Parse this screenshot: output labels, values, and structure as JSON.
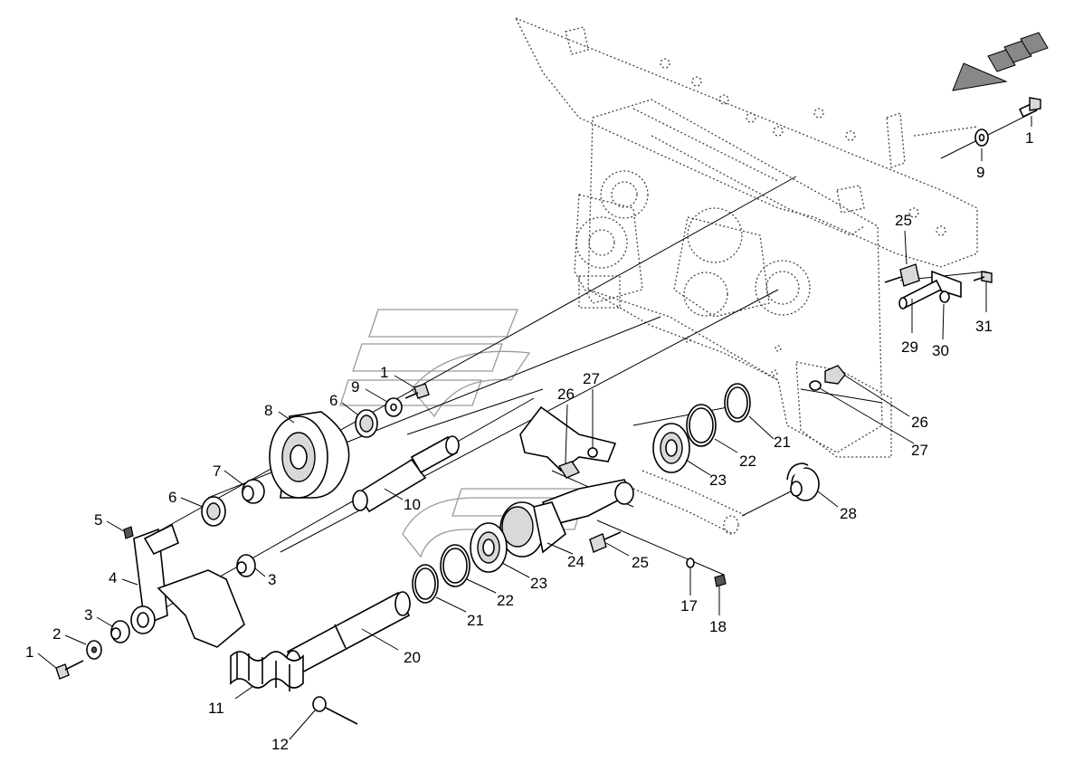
{
  "diagram": {
    "callouts": [
      {
        "id": "c1a",
        "label": "1"
      },
      {
        "id": "c9a",
        "label": "9"
      },
      {
        "id": "c25a",
        "label": "25"
      },
      {
        "id": "c31",
        "label": "31"
      },
      {
        "id": "c29",
        "label": "29"
      },
      {
        "id": "c30",
        "label": "30"
      },
      {
        "id": "c26a",
        "label": "26"
      },
      {
        "id": "c27a",
        "label": "27"
      },
      {
        "id": "c28",
        "label": "28"
      },
      {
        "id": "c1b",
        "label": "1"
      },
      {
        "id": "c9b",
        "label": "9"
      },
      {
        "id": "c6a",
        "label": "6"
      },
      {
        "id": "c8",
        "label": "8"
      },
      {
        "id": "c7",
        "label": "7"
      },
      {
        "id": "c6b",
        "label": "6"
      },
      {
        "id": "c10",
        "label": "10"
      },
      {
        "id": "c5",
        "label": "5"
      },
      {
        "id": "c4",
        "label": "4"
      },
      {
        "id": "c3a",
        "label": "3"
      },
      {
        "id": "c3b",
        "label": "3"
      },
      {
        "id": "c2",
        "label": "2"
      },
      {
        "id": "c1c",
        "label": "1"
      },
      {
        "id": "c11",
        "label": "11"
      },
      {
        "id": "c12",
        "label": "12"
      },
      {
        "id": "c20",
        "label": "20"
      },
      {
        "id": "c21a",
        "label": "21"
      },
      {
        "id": "c22a",
        "label": "22"
      },
      {
        "id": "c23a",
        "label": "23"
      },
      {
        "id": "c24",
        "label": "24"
      },
      {
        "id": "c25b",
        "label": "25"
      },
      {
        "id": "c17",
        "label": "17"
      },
      {
        "id": "c18",
        "label": "18"
      },
      {
        "id": "c26b",
        "label": "26"
      },
      {
        "id": "c27b",
        "label": "27"
      },
      {
        "id": "c23b",
        "label": "23"
      },
      {
        "id": "c22b",
        "label": "22"
      },
      {
        "id": "c21b",
        "label": "21"
      }
    ]
  }
}
